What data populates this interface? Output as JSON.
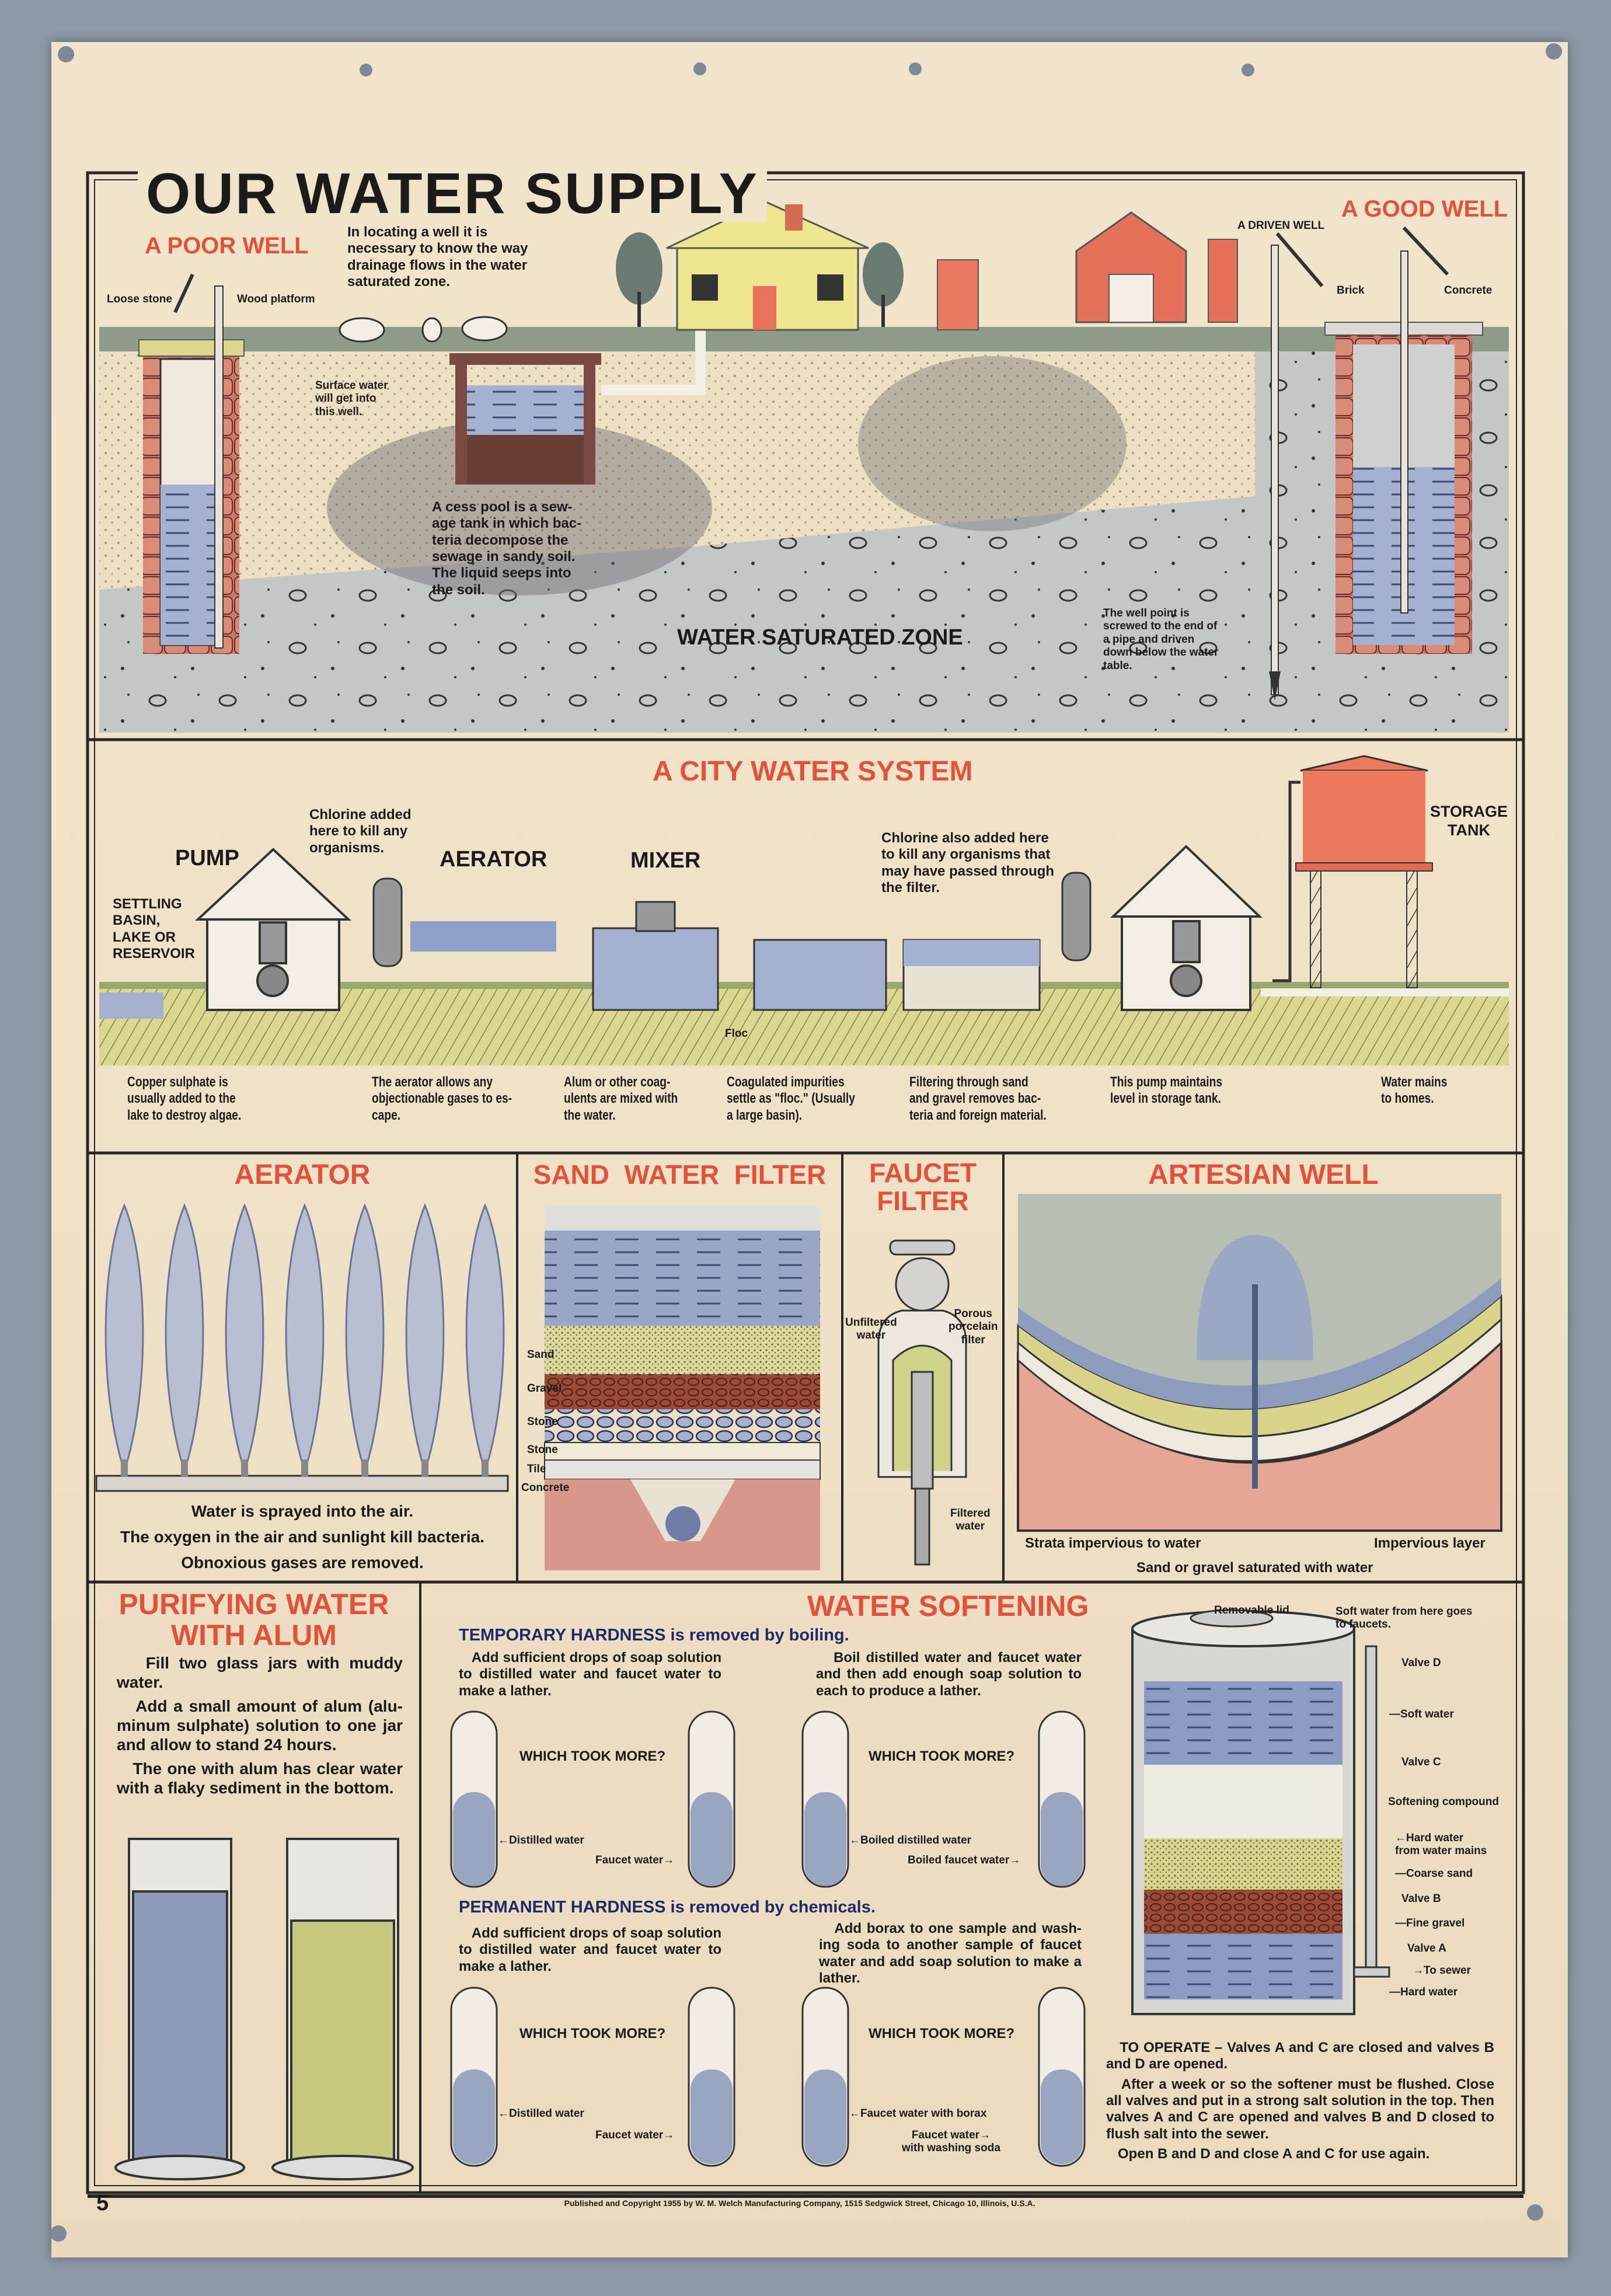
{
  "poster": {
    "title": "OUR WATER SUPPLY",
    "page_number": "5",
    "copyright": "Published and Copyright 1955 by W. M. Welch Manufacturing Company, 1515 Sedgwick Street, Chicago 10, Illinois, U.S.A.",
    "colors": {
      "heading_red": "#e2523a",
      "subheading_blue": "#1f2a6b",
      "paper": "#efe3ca",
      "water_blue": "#a5b1cf",
      "wall": "#8e99a8"
    }
  },
  "wells": {
    "poor_well_heading": "A POOR WELL",
    "intro": "In locating a well it is\nnecessary to know the way\ndrainage flows in the water\nsaturated zone.",
    "loose_stone": "Loose stone",
    "wood_platform": "Wood platform",
    "surface_water": "Surface water\nwill get into\nthis well.",
    "cess_pool": "A cess pool is a sew-\nage tank in which bac-\nteria decompose the\nsewage in sandy soil.\n   The liquid seeps into\nthe soil.",
    "saturated_zone": "WATER SATURATED ZONE",
    "well_point": "The well point is\nscrewed to the end of\na pipe and driven\ndown below the water\ntable.",
    "driven_well": "A DRIVEN WELL",
    "good_well_heading": "A GOOD WELL",
    "brick": "Brick",
    "concrete": "Concrete"
  },
  "city": {
    "heading": "A CITY WATER SYSTEM",
    "chlorine_1": "Chlorine added\nhere to kill any\norganisms.",
    "pump": "PUMP",
    "aerator": "AERATOR",
    "mixer": "MIXER",
    "settling": "SETTLING\nBASIN,\nLAKE OR\nRESERVOIR",
    "chlorine_2": "Chlorine also added here\nto kill any organisms that\nmay have passed through\nthe filter.",
    "storage_tank": "STORAGE\nTANK",
    "floc": "Floc",
    "captions": [
      "Copper sulphate is\nusually added to the\nlake to destroy algae.",
      "The aerator allows any\nobjectionable gases to es-\ncape.",
      "Alum or other coag-\nulents are mixed with\nthe water.",
      "Coagulated impurities\nsettle as \"floc.\" (Usually\na large basin).",
      "Filtering through sand\nand gravel removes bac-\nteria and foreign material.",
      "This pump maintains\nlevel in storage tank.",
      "Water mains\nto homes."
    ]
  },
  "aerator": {
    "heading": "AERATOR",
    "lines": [
      "Water is sprayed into the air.",
      "The oxygen in the air and sunlight kill bacteria.",
      "Obnoxious gases are removed."
    ]
  },
  "sand_filter": {
    "heading": "SAND  WATER  FILTER",
    "layers": [
      "Sand",
      "Gravel",
      "Stone",
      "Stone",
      "Tile",
      "Concrete"
    ]
  },
  "faucet_filter": {
    "heading": "FAUCET\nFILTER",
    "unfiltered": "Unfiltered\nwater",
    "porous": "Porous\nporcelain\nfilter",
    "filtered": "Filtered\nwater"
  },
  "artesian": {
    "heading": "ARTESIAN WELL",
    "strata": "Strata impervious to water",
    "impervious": "Impervious layer",
    "sand_gravel": "Sand or gravel saturated with water"
  },
  "alum": {
    "heading": "PURIFYING WATER\nWITH ALUM",
    "paragraphs": [
      "   Fill two glass jars with muddy water.",
      "   Add a small amount of alum (alu-minum sulphate) solution to one jar and allow to stand 24 hours.",
      "   The one with alum has clear water with a flaky sediment in the bottom."
    ]
  },
  "softening": {
    "heading": "WATER SOFTENING",
    "temporary": {
      "title": "TEMPORARY HARDNESS is removed by boiling.",
      "left_text": "   Add sufficient drops of soap solution to distilled water and faucet water to make a lather.",
      "right_text": "   Boil distilled water and faucet water and then add enough soap solution to each to produce a lather.",
      "question": "WHICH TOOK MORE?",
      "labels": [
        "←Distilled water",
        "Faucet water→",
        "←Boiled distilled water",
        "Boiled faucet water→"
      ]
    },
    "permanent": {
      "title": "PERMANENT HARDNESS is removed by chemicals.",
      "left_text": "   Add sufficient drops of soap solution to distilled water and faucet water to make a lather.",
      "right_text": "   Add borax to one sample and wash-ing soda to another sample of faucet water and add soap solution to make a lather.",
      "question": "WHICH TOOK MORE?",
      "labels": [
        "←Distilled water",
        "Faucet water→",
        "←Faucet water with borax",
        "Faucet water→\nwith washing soda"
      ]
    },
    "softener": {
      "removable_lid": "Removable lid",
      "soft_water_out": "Soft water from here goes\n          to faucets.",
      "valve_d": "Valve D",
      "soft_water": "—Soft water",
      "valve_c": "Valve C",
      "softening_compound": "Softening compound",
      "hard_water_in": "←Hard water\nfrom water mains",
      "coarse_sand": "—Coarse sand",
      "valve_b": "Valve B",
      "fine_gravel": "—Fine gravel",
      "valve_a": "Valve A",
      "to_sewer": "→To sewer",
      "hard_water": "—Hard water"
    },
    "operate": [
      "   TO OPERATE – Valves A and C are closed and valves B and D are opened.",
      "   After a week or so the softener must be flushed. Close all valves and put in a strong salt solution in the top. Then valves A and C are opened and valves B and D closed to flush salt into the sewer.",
      "   Open B and D and close A and C for use again."
    ]
  }
}
